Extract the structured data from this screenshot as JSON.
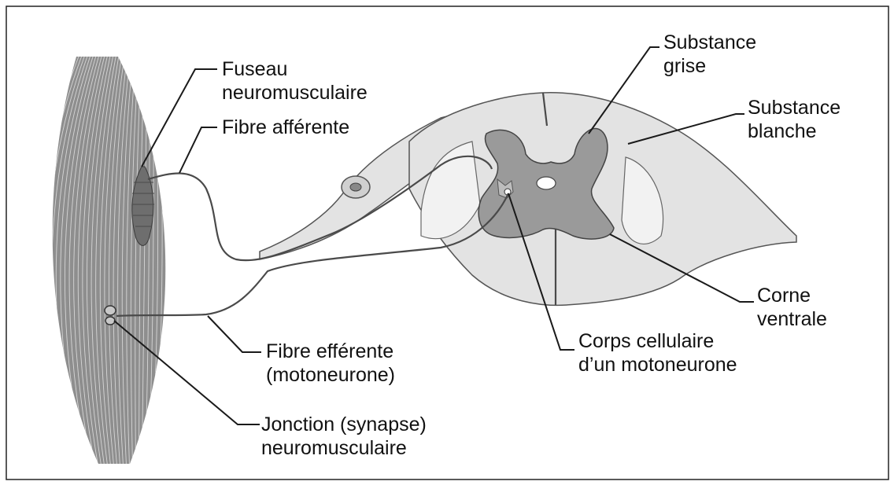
{
  "labels": {
    "fuseau_line1": "Fuseau",
    "fuseau_line2": "neuromusculaire",
    "fibre_afferente": "Fibre afférente",
    "fibre_efferente_line1": "Fibre efférente",
    "fibre_efferente_line2": "(motoneurone)",
    "jonction_line1": "Jonction (synapse)",
    "jonction_line2": "neuromusculaire",
    "substance_grise_line1": "Substance",
    "substance_grise_line2": "grise",
    "substance_blanche_line1": "Substance",
    "substance_blanche_line2": "blanche",
    "corne_line1": "Corne",
    "corne_line2": "ventrale",
    "corps_line1": "Corps cellulaire",
    "corps_line2": "d’un motoneurone"
  },
  "colors": {
    "muscle": "#8e8e8e",
    "muscle_stripes": "#d6d6d6",
    "spindle": "#6e6e6e",
    "white_matter": "#e3e3e3",
    "grey_matter": "#9a9a9a",
    "text": "#111111"
  }
}
